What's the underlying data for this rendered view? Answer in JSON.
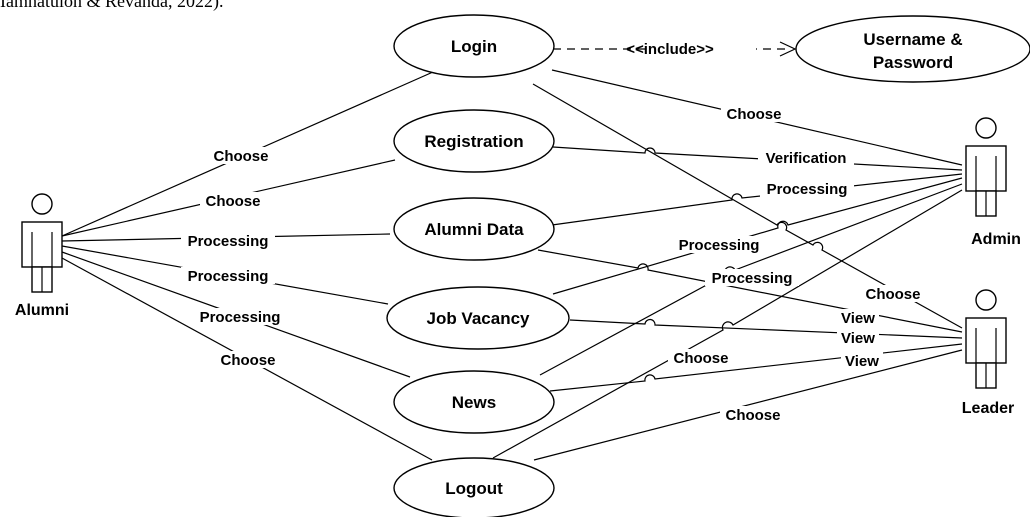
{
  "caption": "Iamhatulon & Revanda, 2022).",
  "actors": {
    "alumni": "Alumni",
    "admin": "Admin",
    "leader": "Leader"
  },
  "use_cases": {
    "login": "Login",
    "username_line1": "Username &",
    "username_line2": "Password",
    "registration": "Registration",
    "alumni_data": "Alumni Data",
    "job_vacancy": "Job Vacancy",
    "news": "News",
    "logout": "Logout"
  },
  "relations": {
    "include": "<<include>>",
    "alumni_login": "Choose",
    "alumni_registration": "Choose",
    "alumni_alumni_data": "Processing",
    "alumni_job_vacancy": "Processing",
    "alumni_news": "Processing",
    "alumni_logout": "Choose",
    "admin_login": "Choose",
    "admin_registration": "Verification",
    "admin_alumni_data": "Processing",
    "admin_job_vacancy": "Processing",
    "admin_news": "Processing",
    "leader_login": "Choose",
    "leader_alumni_data": "View",
    "leader_job_vacancy": "View",
    "leader_news": "View",
    "leader_logout_upper": "Choose",
    "leader_logout_lower": "Choose"
  }
}
